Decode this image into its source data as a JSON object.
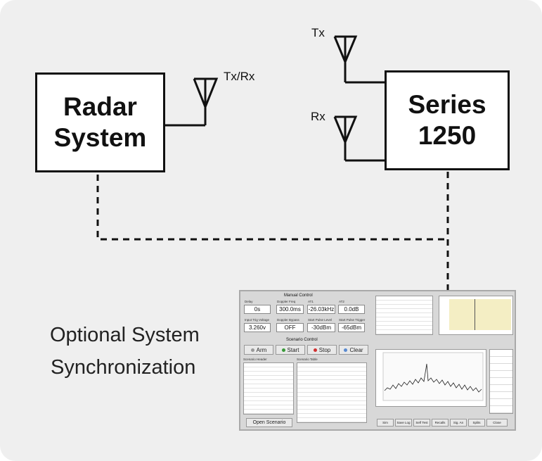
{
  "diagram": {
    "radar_box": {
      "line1": "Radar",
      "line2": "System"
    },
    "series_box": {
      "line1": "Series",
      "line2": "1250"
    },
    "labels": {
      "txrx": "Tx/Rx",
      "tx": "Tx",
      "rx": "Rx"
    },
    "caption": {
      "line1": "Optional System",
      "line2": "Synchronization"
    },
    "colors": {
      "background": "#efefef",
      "line": "#111111"
    }
  },
  "screenshot": {
    "manual_control_title": "Manual Control",
    "fields": [
      {
        "label": "Delay",
        "value": "0s"
      },
      {
        "label": "Doppler Freq",
        "value": "300.0ms"
      },
      {
        "label": "AT1",
        "value": "-26.03kHz"
      },
      {
        "label": "AT2",
        "value": "0.0dB"
      },
      {
        "label": "Input Trig Voltage",
        "value": "3.260v"
      },
      {
        "label": "Doppler Bypass",
        "value": "OFF"
      },
      {
        "label": "Start Pulse Level",
        "value": "-30dBm"
      },
      {
        "label": "Start Pulse Trigger",
        "value": "-65dBm"
      }
    ],
    "scenario_control_title": "Scenario Control",
    "buttons": {
      "arm": "Arm",
      "start": "Start",
      "stop": "Stop",
      "clear": "Clear"
    },
    "scenario_header_title": "Scenario Header",
    "scenario_table_title": "Scenario Table",
    "open_scenario": "Open Scenario",
    "bottom_buttons": [
      "Sim",
      "Save Log",
      "Self Test",
      "Recalls",
      "Sig. An",
      "Splits",
      "Close"
    ]
  }
}
